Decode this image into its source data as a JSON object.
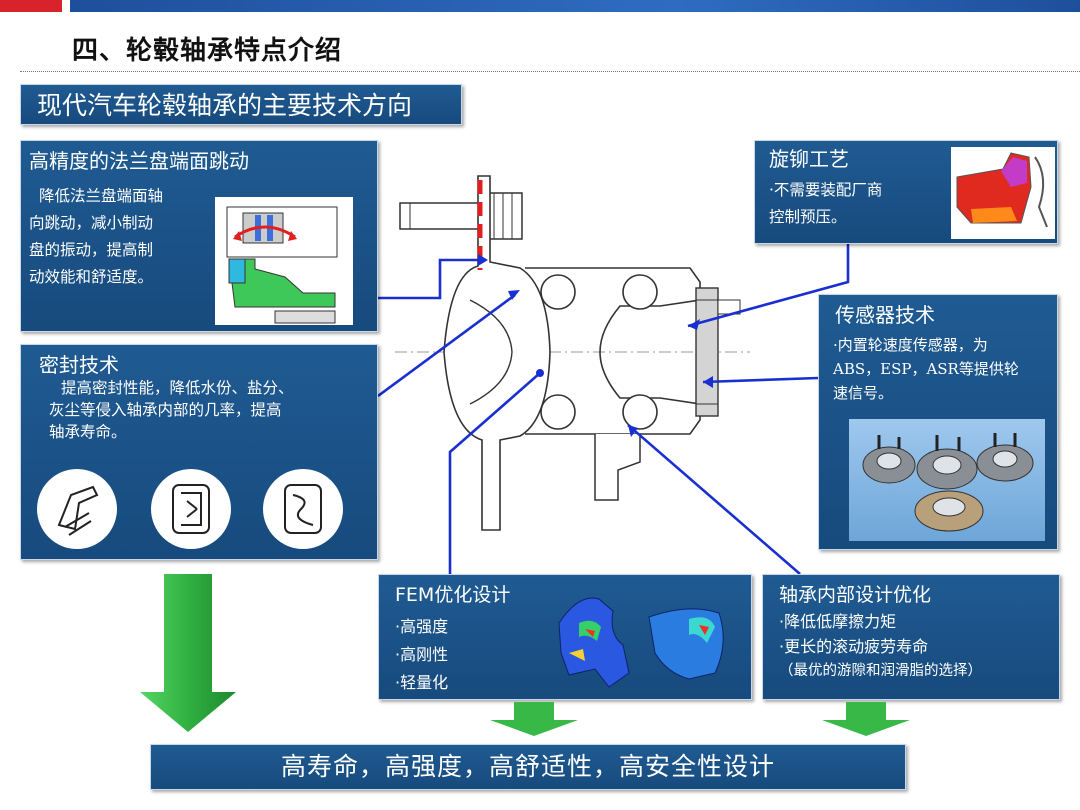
{
  "header": {
    "title": "四、轮毂轴承特点介绍",
    "subtitle": "现代汽车轮毂轴承的主要技术方向"
  },
  "panels": {
    "flange": {
      "title": "高精度的法兰盘端面跳动",
      "lines": [
        "降低法兰盘端面轴",
        "向跳动，减小制动",
        "盘的振动，提高制",
        "动效能和舒适度。"
      ]
    },
    "seal": {
      "title": "密封技术",
      "lines": [
        "提高密封性能，降低水份、盐分、",
        "灰尘等侵入轴承内部的几率，提高",
        "轴承寿命。"
      ]
    },
    "riveting": {
      "title": "旋铆工艺",
      "lines": [
        "·不需要装配厂商",
        "控制预压。"
      ]
    },
    "sensor": {
      "title": "传感器技术",
      "lines": [
        "·内置轮速度传感器，为",
        "ABS，ESP，ASR等提供轮",
        "速信号。"
      ]
    },
    "fem": {
      "title": "FEM优化设计",
      "items": [
        "·高强度",
        "·高刚性",
        "·轻量化"
      ]
    },
    "internal": {
      "title": "轴承内部设计优化",
      "lines": [
        "·降低低摩擦力矩",
        "·更长的滚动疲劳寿命",
        "（最优的游隙和润滑脂的选择）"
      ]
    }
  },
  "conclusion": "高寿命，高强度，高舒适性，高安全性设计",
  "colors": {
    "panel": "#1f5b92",
    "arrow_green": "#3cb84a",
    "connector_blue": "#1a2fd0",
    "accent_red": "#e0201f"
  }
}
